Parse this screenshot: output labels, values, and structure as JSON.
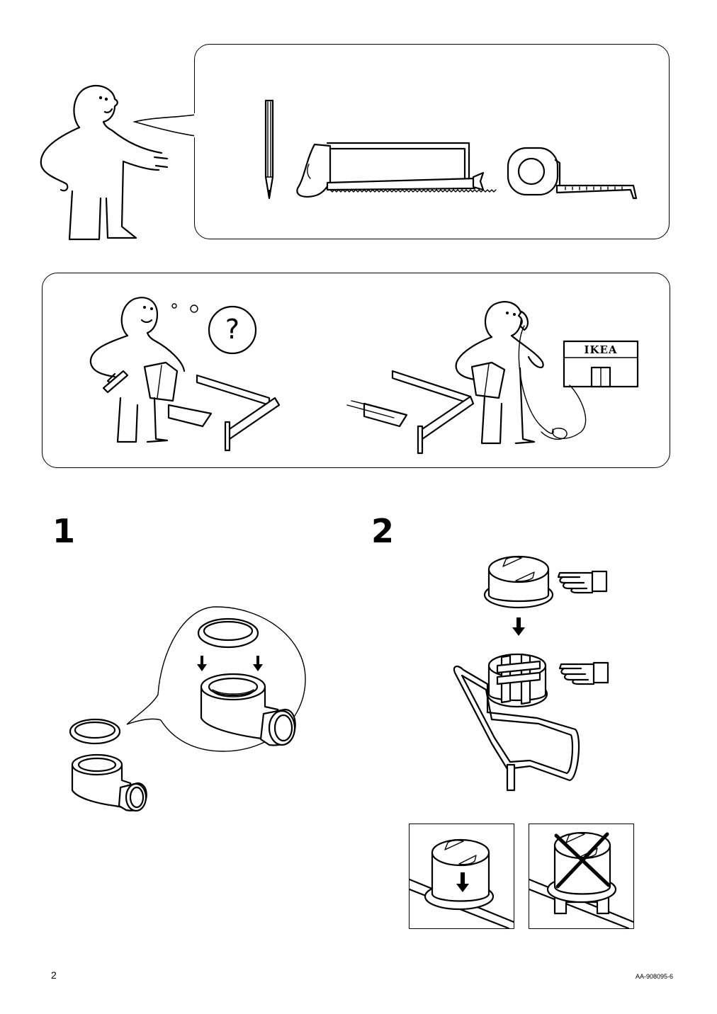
{
  "tools_panel": {
    "tools": [
      "pencil",
      "hacksaw",
      "tape-measure"
    ]
  },
  "help_panel": {
    "question_mark": "?",
    "store_sign": "IKEA"
  },
  "steps": [
    {
      "number": "1"
    },
    {
      "number": "2"
    }
  ],
  "footer": {
    "page_number": "2",
    "document_code": "AA-908095-6"
  },
  "icons": [
    "man-icon",
    "pencil-icon",
    "hacksaw-icon",
    "tape-measure-icon",
    "confused-man-icon",
    "question-bubble-icon",
    "man-on-phone-icon",
    "store-icon",
    "pipe-elbow-icon",
    "sealing-ring-icon",
    "cap-icon",
    "pointing-hand-icon",
    "drain-grate-icon",
    "correct-example-icon",
    "wrong-example-icon"
  ]
}
